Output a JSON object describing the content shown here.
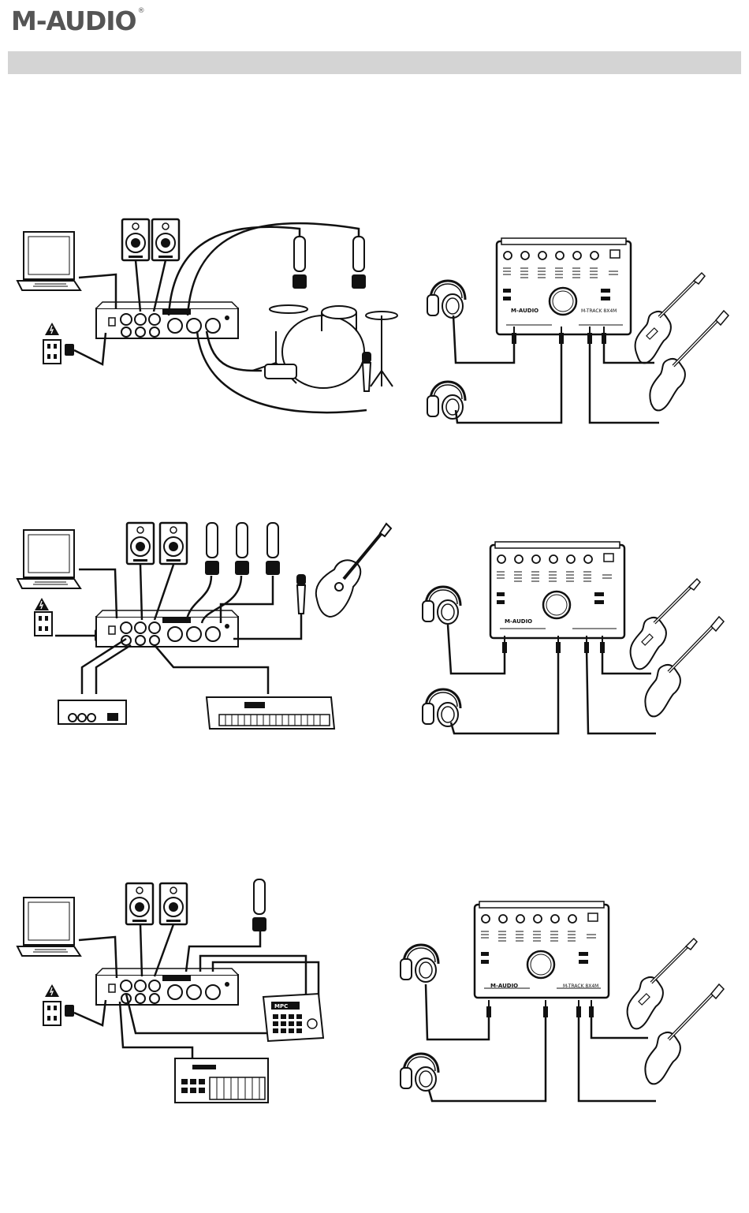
{
  "header": {
    "brand": "M-AUDIO",
    "registered_mark": "®",
    "section_title": ""
  },
  "device": {
    "brand_label": "M-AUDIO",
    "model_label": "M-TRACK 8X4M",
    "sampler_label": "MPC"
  },
  "icons": {
    "warning": "warning-icon",
    "outlet": "power-outlet-icon"
  },
  "colors": {
    "header_bar": "#d4d4d4",
    "line_art": "#111111",
    "brand_text": "#555555"
  }
}
